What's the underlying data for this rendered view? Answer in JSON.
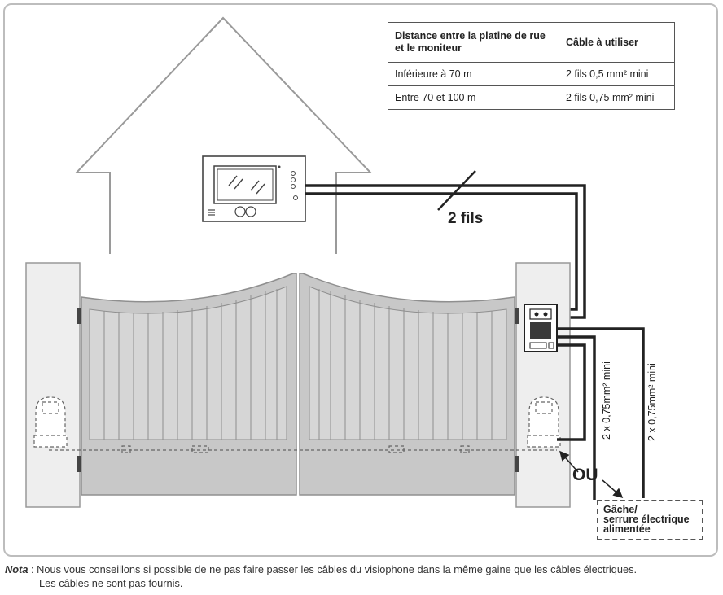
{
  "table": {
    "header_col1": "Distance entre la platine de rue et le moniteur",
    "header_col2": "Câble à utiliser",
    "rows": [
      {
        "distance": "Inférieure à 70 m",
        "cable": "2 fils 0,5 mm² mini"
      },
      {
        "distance": "Entre 70 et 100 m",
        "cable": "2 fils 0,75 mm² mini"
      }
    ]
  },
  "labels": {
    "two_wires": "2 fils",
    "or": "OU",
    "wire_spec_1": "2 x 0,75mm² mini",
    "wire_spec_2": "2 x 0,75mm² mini",
    "lock_line1": "Gâche/",
    "lock_line2": "serrure électrique",
    "lock_line3": "alimentée"
  },
  "note": {
    "tag": "Nota",
    "line1": ": Nous vous conseillons si possible de ne pas faire passer les câbles du visiophone dans la même gaine que les câbles électriques.",
    "line2": "Les câbles ne sont pas fournis."
  },
  "colors": {
    "outline": "#999999",
    "wire": "#222222",
    "gate_fill": "#c9c9c9",
    "pillar_fill": "#eeeeee"
  }
}
